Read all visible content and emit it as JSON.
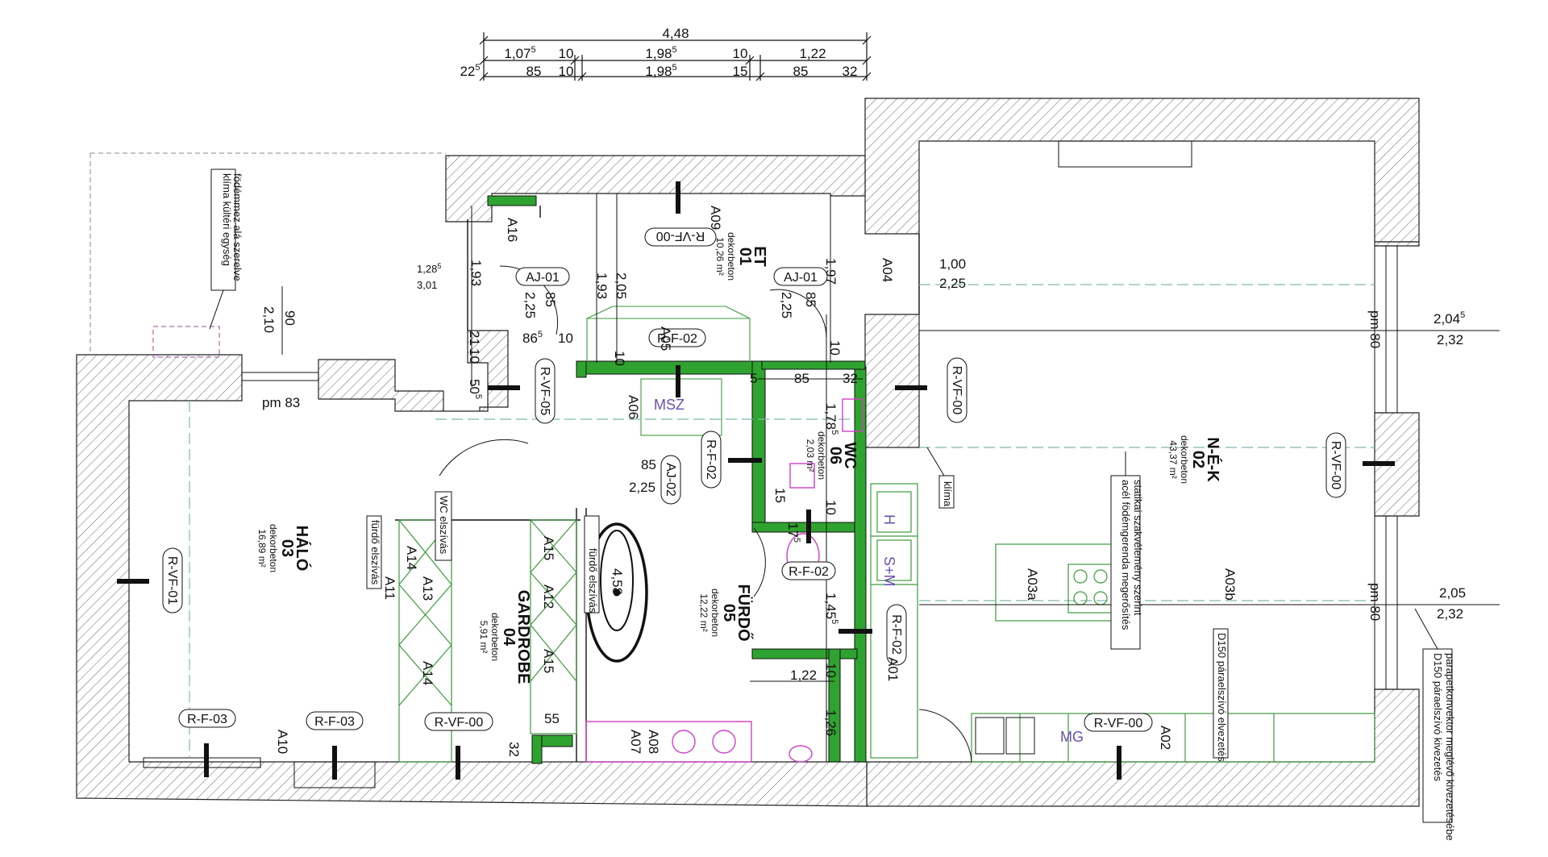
{
  "colors": {
    "wall_hatch": "#555555",
    "new_wall": "#2fa32f",
    "fixture_green": "#3d9a3d",
    "sanitary_pink": "#d040c8",
    "furniture_purple": "#6a4fb3",
    "line": "#111111",
    "dashed_axis": "#7fb8b0"
  },
  "top_dims": {
    "total": "4,48",
    "row1": {
      "a": "1,07",
      "a_sup": "5",
      "b": "10",
      "c": "1,98",
      "c_sup": "5",
      "d": "10",
      "e": "1,22"
    },
    "row2": {
      "a": "22",
      "a_sup": "5",
      "b": "85",
      "c": "10",
      "d": "1,98",
      "d_sup": "5",
      "e": "15",
      "f": "85",
      "g": "32"
    }
  },
  "rooms": {
    "et": {
      "id": "01",
      "name": "ET",
      "material": "dekorbeton",
      "area": "10,26 m²"
    },
    "nek": {
      "id": "02",
      "name": "N-É-K",
      "material": "dekorbeton",
      "area": "43,37 m²"
    },
    "halo": {
      "id": "03",
      "name": "HÁLÓ",
      "material": "dekorbeton",
      "area": "16,89 m²"
    },
    "gardrobe": {
      "id": "04",
      "name": "GARDROBE",
      "material": "dekorbeton",
      "area": "5,91 m²"
    },
    "furdo": {
      "id": "05",
      "name": "FÜRDŐ",
      "material": "dekorbeton",
      "area": "12,22 m²"
    },
    "wc": {
      "id": "06",
      "name": "WC",
      "material": "dekorbeton",
      "area": "2,03 m²"
    }
  },
  "tags": {
    "rvf00_top": "R-VF-00",
    "rvf00_right": "R-VF-00",
    "rvf00_mid": "R-VF-00",
    "rvf00_gard": "R-VF-00",
    "rvf00_kitchen": "R-VF-00",
    "rvf05": "R-VF-05",
    "rvf01": "R-VF-01",
    "ajt01a": "AJ-01",
    "ajt01b": "AJ-01",
    "ajt02": "AJ-02",
    "rf02a": "R-F-02",
    "rf02b": "R-F-02",
    "rf02c": "R-F-02",
    "rf02d": "R-F-02",
    "rf03a": "R-F-03",
    "rf03b": "R-F-03"
  },
  "marks": {
    "a16": "A16",
    "a09": "A09",
    "a04": "A04",
    "a05": "A05",
    "a06": "A06",
    "a11": "A11",
    "a13": "A13",
    "a14a": "A14",
    "a14b": "A14",
    "a12": "A12",
    "a15a": "A15",
    "a15b": "A15",
    "a10": "A10",
    "a07": "A07",
    "a08": "A08",
    "a01": "A01",
    "a02": "A02",
    "a03a": "A03a",
    "a03b": "A03b"
  },
  "fixtures": {
    "msz": "MSZ",
    "h": "H",
    "sm": "S+M",
    "mg": "MG",
    "tub": "4,58"
  },
  "dims": {
    "d128": "1,28",
    "d128_sup": "5",
    "d301": "3,01",
    "d193a": "1,93",
    "d193b": "1,93",
    "d205a": "2,05",
    "d197": "1,97",
    "d225a": "2,25",
    "d85a": "85",
    "d225b": "2,25",
    "d85b": "85",
    "d86": "86",
    "d86_sup": "5",
    "d10a": "10",
    "d21": "21",
    "d10b": "10",
    "d50": "50",
    "d50_sup": "5",
    "d10c": "10",
    "d5": "5",
    "d85c": "85",
    "d32a": "32",
    "d10d": "10",
    "d178": "1,78",
    "d178_sup": "5",
    "d85d": "85",
    "d225c": "2,25",
    "d15": "15",
    "d17": "17",
    "d17_sup": "5",
    "d10e": "10",
    "d145": "1,45",
    "d145_sup": "5",
    "d122": "1,22",
    "d10f": "10",
    "d126": "1,26",
    "d55": "55",
    "d32b": "32",
    "d90": "90",
    "d210": "2,10",
    "pm83": "pm 83",
    "d100": "1,00",
    "d225d": "2,25",
    "d2045": "2,04",
    "d2045_sup": "5",
    "d232a": "2,32",
    "pm80a": "pm 80",
    "d205b": "2,05",
    "d232b": "2,32",
    "pm80b": "pm 80"
  },
  "notes": {
    "klima_kulteri_1": "klíma kültéri egység",
    "klima_kulteri_2": "födémmez alá szerelve",
    "wc_elszivas": "WC elszívás",
    "furdo_elszivas_a": "fürdő elszívás",
    "furdo_elszivas_b": "fürdő elszívás",
    "klima": "klíma",
    "acel_1": "acél födémgerenda megerősítés",
    "acel_2": "statikai szakvélemény szerint",
    "d150": "D150 páraelszívó elvezetés",
    "d150k_1": "D150 páraelszívó kivezetés",
    "d150k_2": "parapetkonvektor meglévő kivezetésébe"
  }
}
